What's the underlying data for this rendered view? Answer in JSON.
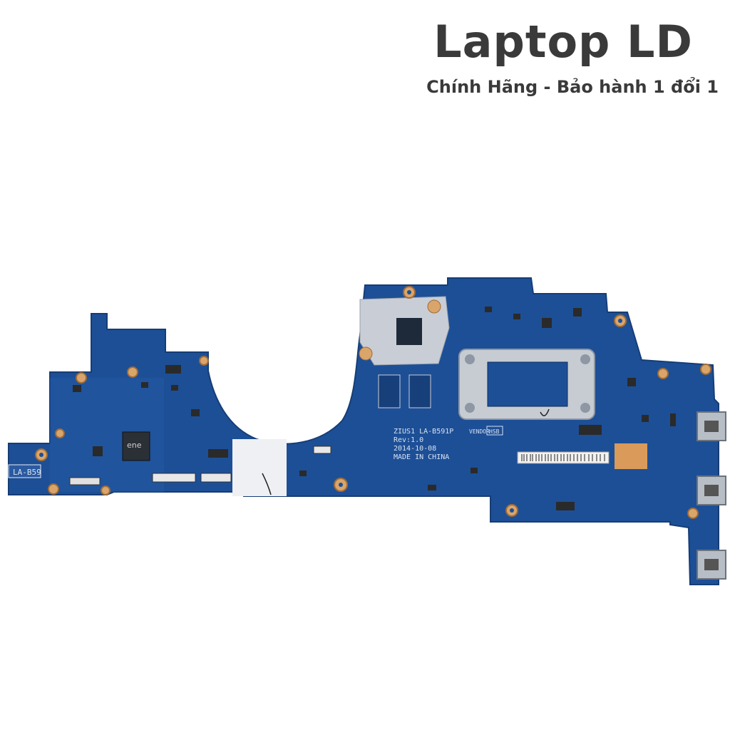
{
  "header": {
    "title": "Laptop LD",
    "subtitle": "Chính Hãng - Bảo hành 1 đổi 1"
  },
  "board": {
    "label_left": "LA-B59",
    "silk_model": "ZIUS1  LA-B591P",
    "silk_rev": "Rev:1.0",
    "silk_date": "2014-10-08",
    "silk_origin": "MADE IN CHINA",
    "vendor_label": "VENDOR",
    "vendor_code": "HSB",
    "chip_mark": "ene",
    "colors": {
      "pcb": "#1d4f96",
      "pcb_dark": "#173f7a",
      "shield": "#c9ced6",
      "pad_gold": "#d9a56b",
      "copper": "#d99a5a"
    }
  }
}
